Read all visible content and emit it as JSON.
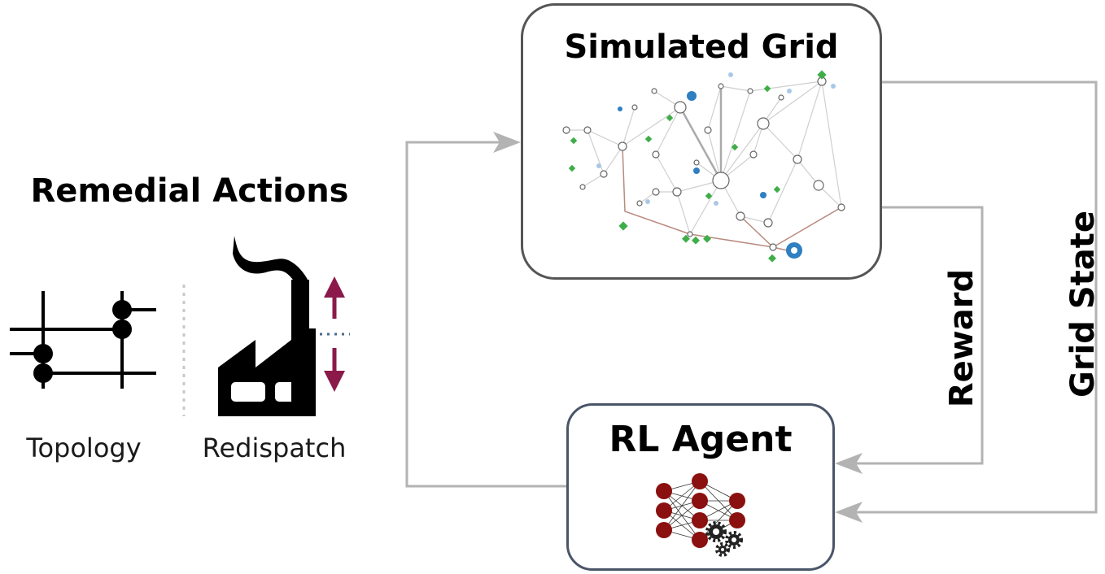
{
  "remedial_actions": {
    "title": "Remedial Actions",
    "topology_label": "Topology",
    "redispatch_label": "Redispatch"
  },
  "simulated_grid": {
    "title": "Simulated Grid"
  },
  "rl_agent": {
    "title": "RL Agent"
  },
  "arrows": {
    "reward_label": "Reward",
    "grid_state_label": "Grid State"
  },
  "colors": {
    "arrow": "#b3b3b3",
    "redispatch_arrow": "#8b1a4a",
    "neuron": "#8b1010",
    "grid_node_green": "#3fae49",
    "grid_node_blue": "#2f7fc1"
  },
  "icons": [
    "busbar-topology-icon",
    "factory-icon",
    "up-down-arrows-icon",
    "neural-network-icon",
    "gears-icon",
    "grid-network-map"
  ]
}
